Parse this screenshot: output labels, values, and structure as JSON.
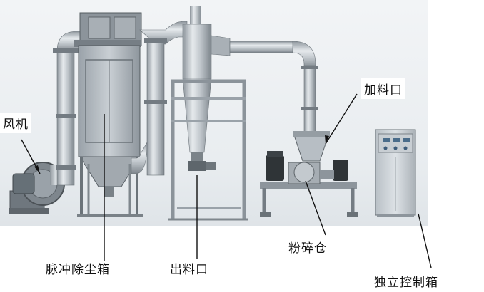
{
  "labels": {
    "fan": "风机",
    "feed_inlet": "加料口",
    "pulse_dust_box": "脉冲除尘箱",
    "discharge_outlet": "出料口",
    "crushing_chamber": "粉碎仓",
    "control_cabinet": "独立控制箱"
  }
}
